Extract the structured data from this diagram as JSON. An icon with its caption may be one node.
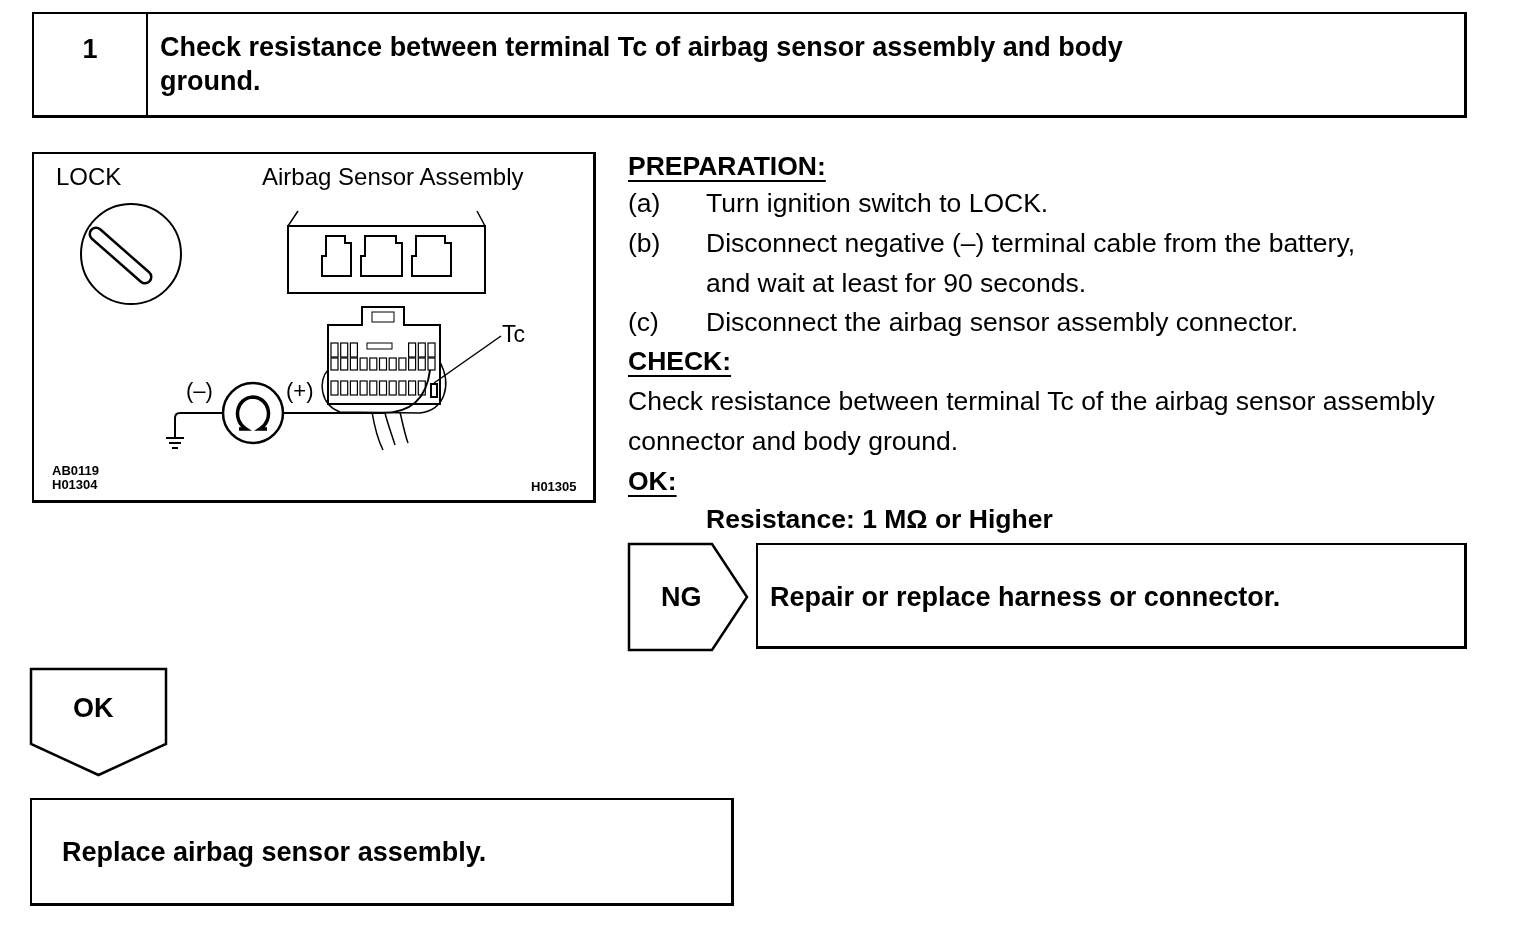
{
  "diagram": {
    "nodes": [
      {
        "text": [
          "1",
          "Check resistance between terminal Tc of airbag sensor assembly and body ground."
        ]
      },
      {
        "text": [
          "LOCK",
          "Airbag Sensor Assembly",
          "(–)",
          "(+)",
          "AB0119 H01304",
          "H01305"
        ]
      },
      {
        "text": [
          "Tc"
        ],
        "in": 1
      },
      {
        "text": [
          "NG"
        ]
      },
      {
        "text": [
          "Repair or replace harness or connector."
        ]
      },
      {
        "text": [
          "OK"
        ]
      },
      {
        "text": [
          "Replace airbag sensor assembly."
        ]
      },
      {
        "text": [],
        "shape": "box",
        "in": 1
      }
    ],
    "edges": [
      {
        "from": 2,
        "to": 7,
        "arrow": "none"
      }
    ],
    "labels": [
      "PREPARATION:",
      "(a)",
      "Turn ignition switch to LOCK.",
      "(b)",
      "Disconnect negative (–) terminal cable from the battery, and wait at least for 90 seconds.",
      "(c)",
      "Disconnect the airbag sensor assembly connector.",
      "CHECK:",
      "Check resistance between terminal Tc of the airbag sensor assembly connector and body ground.",
      "OK:",
      "Resistance: 1 MΩ or Higher"
    ]
  }
}
